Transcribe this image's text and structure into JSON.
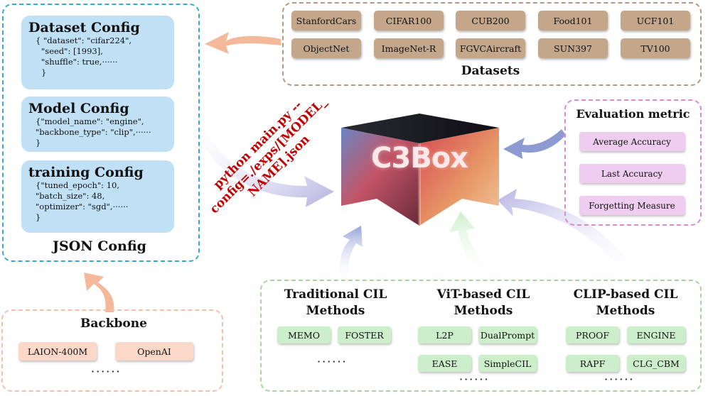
{
  "json_config": {
    "title": "JSON Config",
    "dataset": {
      "title": "Dataset Config",
      "lines": [
        "{ \"dataset\": \"cifar224\",",
        "\"seed\": [1993],",
        "\"shuffle\": true,······",
        "}"
      ]
    },
    "model": {
      "title": "Model Config",
      "lines": [
        "{\"model_name\": \"engine\",",
        "\"backbone_type\": \"clip\",······",
        "}"
      ]
    },
    "training": {
      "title": "training Config",
      "lines": [
        "{\"tuned_epoch\": 10,",
        "\"batch_size\": 48,",
        "\"optimizer\": \"sgd\",······",
        "}"
      ]
    }
  },
  "datasets": {
    "title": "Datasets",
    "items": [
      "StanfordCars",
      "CIFAR100",
      "CUB200",
      "Food101",
      "UCF101",
      "ObjectNet",
      "ImageNet-R",
      "FGVCAircraft",
      "SUN397",
      "TV100"
    ]
  },
  "command": {
    "lines": [
      "python main.py --",
      "config=./exps/[MODEL_",
      "NAME].json"
    ]
  },
  "logo": {
    "text": "C3Box"
  },
  "evaluation": {
    "title": "Evaluation metric",
    "items": [
      "Average Accuracy",
      "Last Accuracy",
      "Forgetting Measure"
    ]
  },
  "backbone": {
    "title": "Backbone",
    "items": [
      "LAION-400M",
      "OpenAI"
    ],
    "more": "······"
  },
  "methods": {
    "traditional": {
      "title_1": "Traditional CIL",
      "title_2": "Methods",
      "items": [
        "MEMO",
        "FOSTER"
      ],
      "more": "······"
    },
    "vit": {
      "title_1": "ViT-based CIL",
      "title_2": "Methods",
      "items": [
        "L2P",
        "DualPrompt",
        "EASE",
        "SimpleCIL"
      ],
      "more": "······"
    },
    "clip": {
      "title_1": "CLIP-based CIL",
      "title_2": "Methods",
      "items": [
        "PROOF",
        "ENGINE",
        "RAPF",
        "CLG_CBM"
      ],
      "more": "······"
    }
  },
  "colors": {
    "json_border": "#3ba7d3",
    "dataset_border": "#b49a85",
    "eval_border": "#d98ad6",
    "methods_border": "#a7d59c",
    "backbone_border": "#f3bfa5",
    "command_text": "#c00000"
  }
}
